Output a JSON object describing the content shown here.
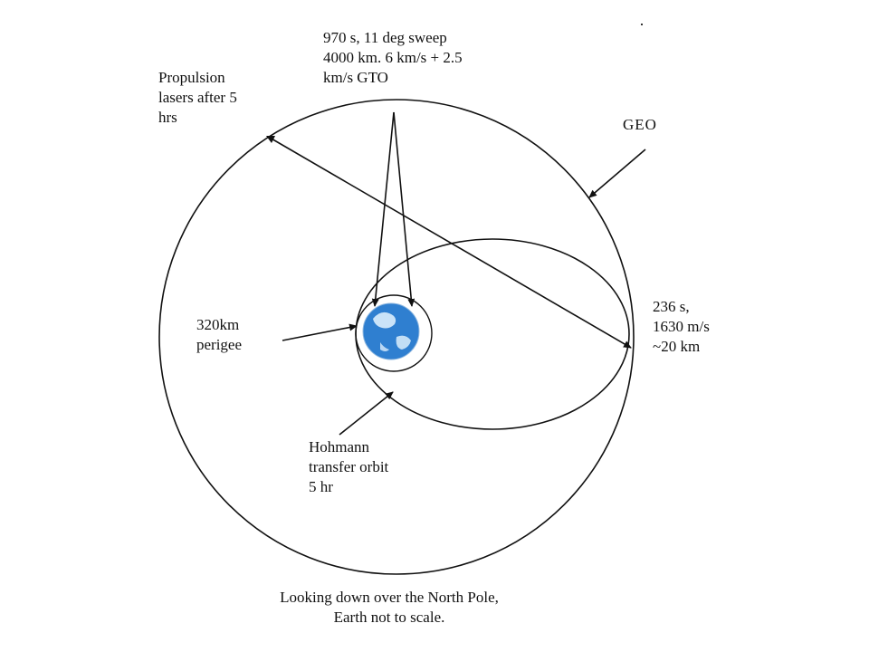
{
  "labels": {
    "burn_top": [
      "970 s, 11 deg sweep",
      "4000 km. 6 km/s + 2.5",
      "km/s GTO"
    ],
    "propulsion": [
      "Propulsion",
      "lasers after 5",
      "hrs"
    ],
    "geo": "GEO",
    "perigee": [
      "320km",
      "perigee"
    ],
    "burn_right": [
      "236 s,",
      "1630 m/s",
      "~20 km"
    ],
    "hohmann": [
      "Hohmann",
      "transfer orbit",
      "5 hr"
    ]
  },
  "caption": [
    "Looking down over the North Pole,",
    "Earth not to scale."
  ],
  "colors": {
    "line": "#111111",
    "earth_ocean": "#2f7fd0",
    "earth_land": "#dceefc"
  },
  "icons": {
    "earth": "earth-globe-icon"
  }
}
